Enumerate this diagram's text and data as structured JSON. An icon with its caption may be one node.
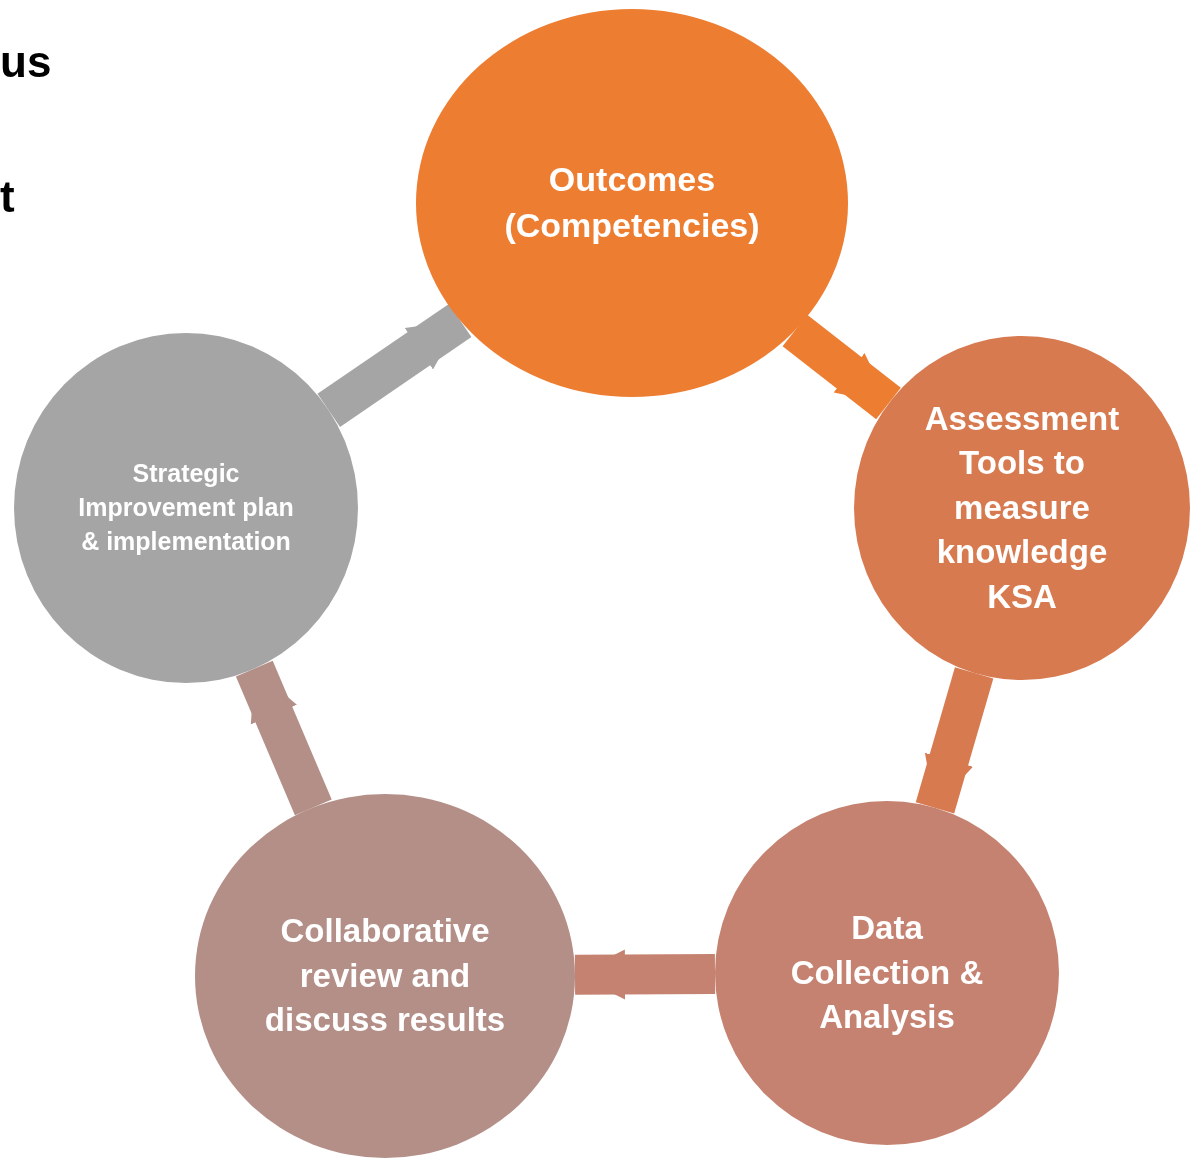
{
  "diagram": {
    "nodes": [
      {
        "text": [
          "Outcomes (Competencies)"
        ]
      },
      {
        "text": [
          "Assessment Tools to measure knowledge KSA"
        ]
      },
      {
        "text": [
          "Data Collection & Analysis"
        ]
      },
      {
        "text": [
          "Collaborative review and discuss results"
        ]
      },
      {
        "text": [
          "Strategic Improvement plan & implementation"
        ]
      }
    ],
    "edges": [
      {
        "from": 0,
        "to": 1,
        "arrow": "to",
        "color": "#ed7d31"
      },
      {
        "from": 1,
        "to": 2,
        "arrow": "to",
        "color": "#d87a50"
      },
      {
        "from": 2,
        "to": 3,
        "arrow": "to",
        "color": "#c58270"
      },
      {
        "from": 3,
        "to": 4,
        "arrow": "to",
        "color": "#b38f88"
      },
      {
        "from": 4,
        "to": 0,
        "arrow": "to",
        "color": "#a5a5a5"
      }
    ],
    "labels": [
      "us",
      "t"
    ]
  }
}
